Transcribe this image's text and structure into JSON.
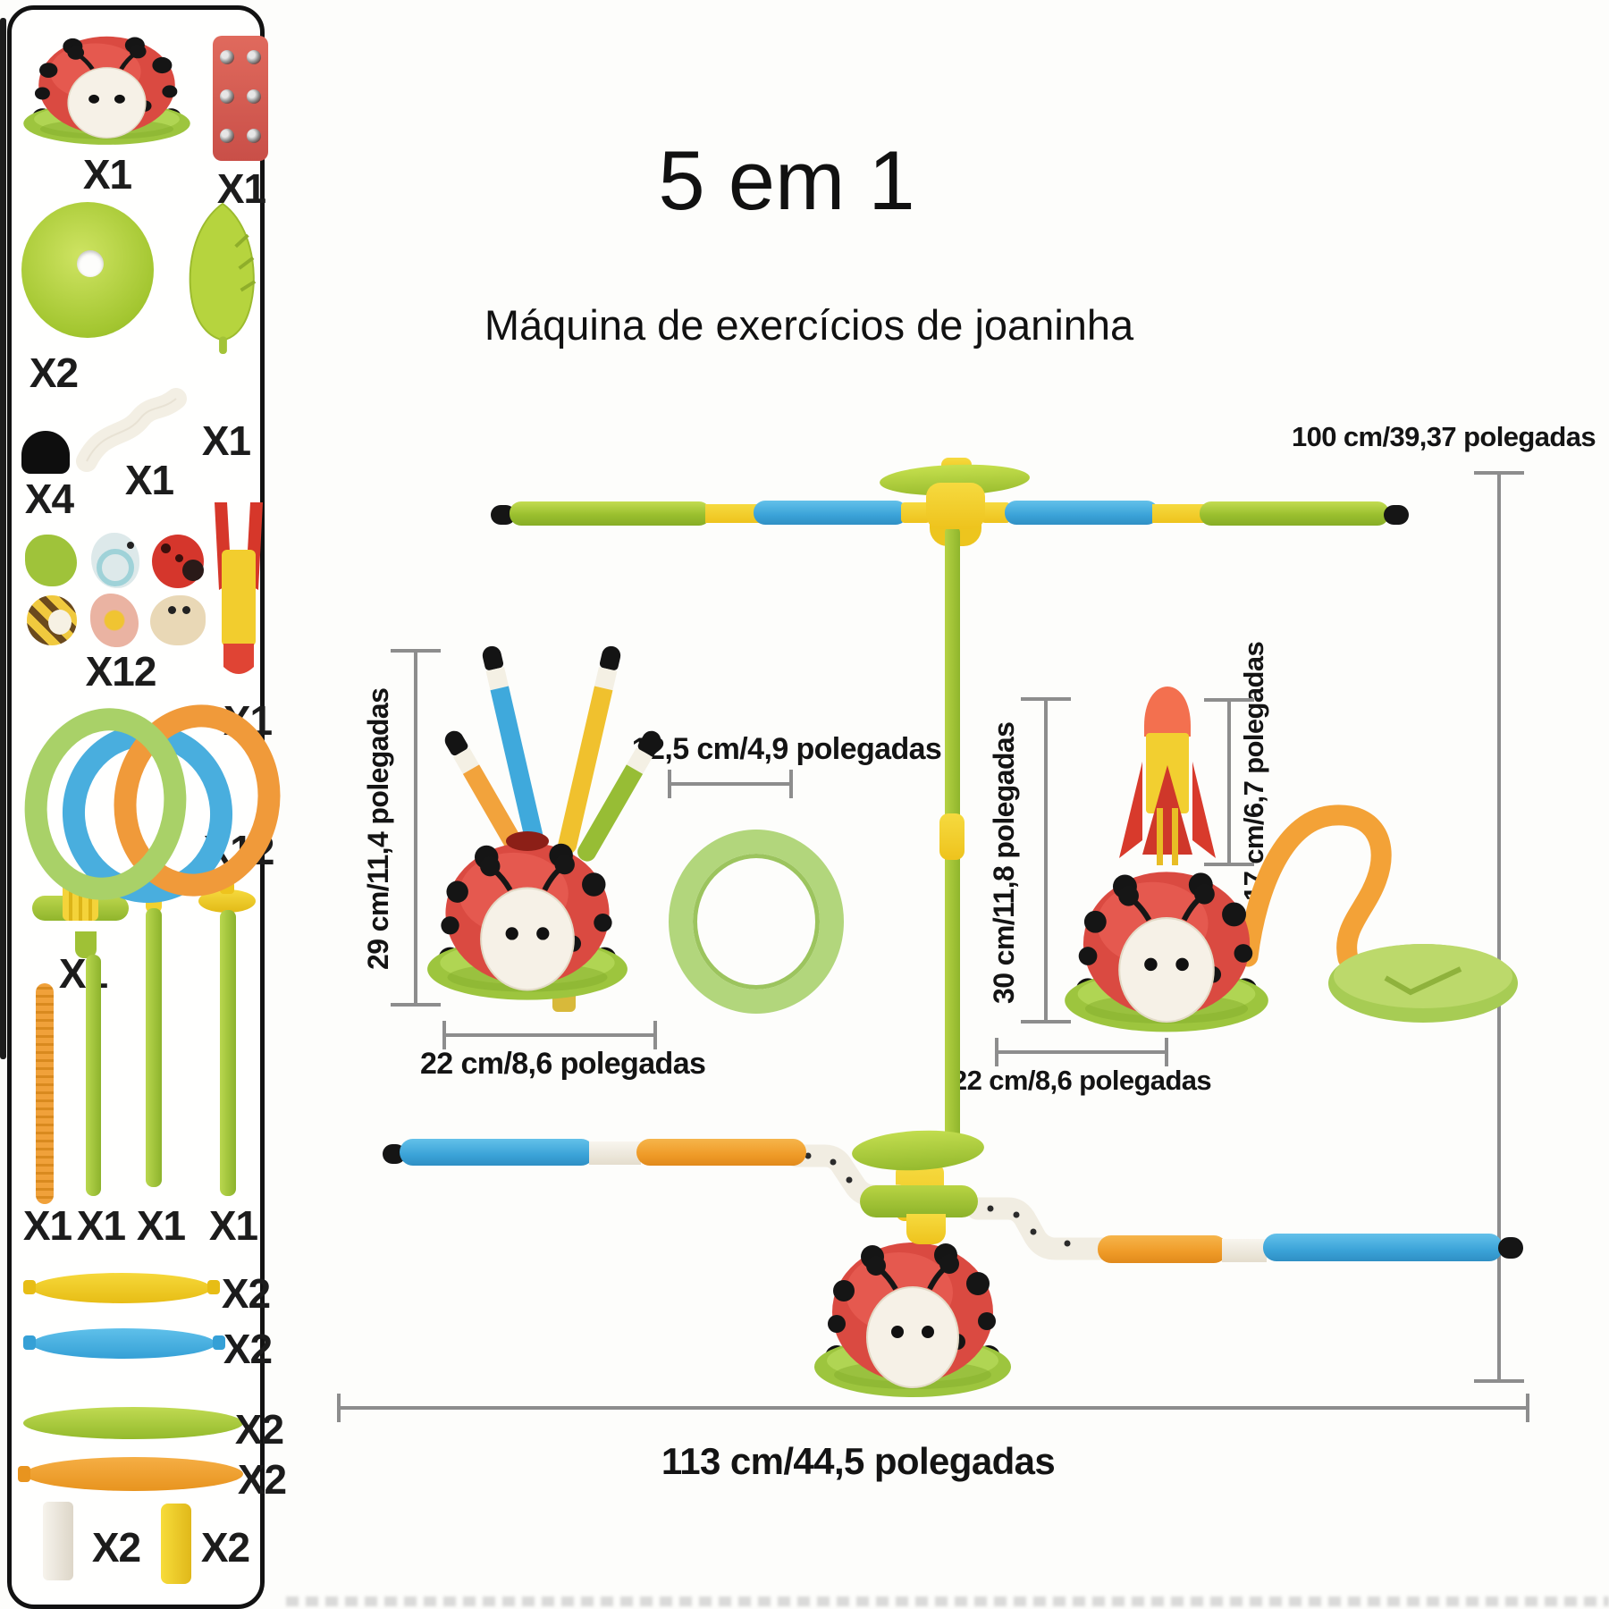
{
  "header": {
    "title": "5 em 1",
    "subtitle": "Máquina de exercícios de joaninha"
  },
  "dimensions": {
    "total_height": "100 cm/39,37 polegadas",
    "sticks_height": "29 cm/11,4 polegadas",
    "ring_diameter": "12,5 cm/4,9 polegadas",
    "left_base_width": "22 cm/8,6 polegadas",
    "rocket_unit_height": "30 cm/11,8 polegadas",
    "rocket_height": "17 cm/6,7 polegadas",
    "right_base_width": "22 cm/8,6 polegadas",
    "total_width": "113 cm/44,5 polegadas"
  },
  "parts": [
    {
      "id": "ladybug-base",
      "qty": "X1"
    },
    {
      "id": "remote-stud-pad",
      "qty": "X1"
    },
    {
      "id": "lily-pad-disc",
      "qty": "X2"
    },
    {
      "id": "leaf",
      "qty": "X1"
    },
    {
      "id": "black-cap",
      "qty": "X4"
    },
    {
      "id": "white-elbow-tube",
      "qty": "X1"
    },
    {
      "id": "creature-tokens",
      "qty": "X12"
    },
    {
      "id": "rocket",
      "qty": "X1"
    },
    {
      "id": "toss-rings",
      "qty": "X12"
    },
    {
      "id": "t-connector",
      "qty": "X1"
    },
    {
      "id": "orange-ribbed-pole",
      "qty": "X1"
    },
    {
      "id": "green-pole-short",
      "qty": "X1"
    },
    {
      "id": "green-pole-medium",
      "qty": "X1"
    },
    {
      "id": "green-pole-long",
      "qty": "X1"
    },
    {
      "id": "yellow-spindle",
      "qty": "X2"
    },
    {
      "id": "blue-spindle",
      "qty": "X2"
    },
    {
      "id": "green-spindle",
      "qty": "X2"
    },
    {
      "id": "orange-spindle",
      "qty": "X2"
    },
    {
      "id": "white-cylinder",
      "qty": "X2"
    },
    {
      "id": "yellow-cylinder",
      "qty": "X2"
    }
  ],
  "colors": {
    "lime": "#a8cc3d",
    "yellow": "#f2cf2c",
    "blue": "#45aadd",
    "orange": "#f2a13c",
    "red": "#dd4a42",
    "cream": "#f2eee2"
  }
}
